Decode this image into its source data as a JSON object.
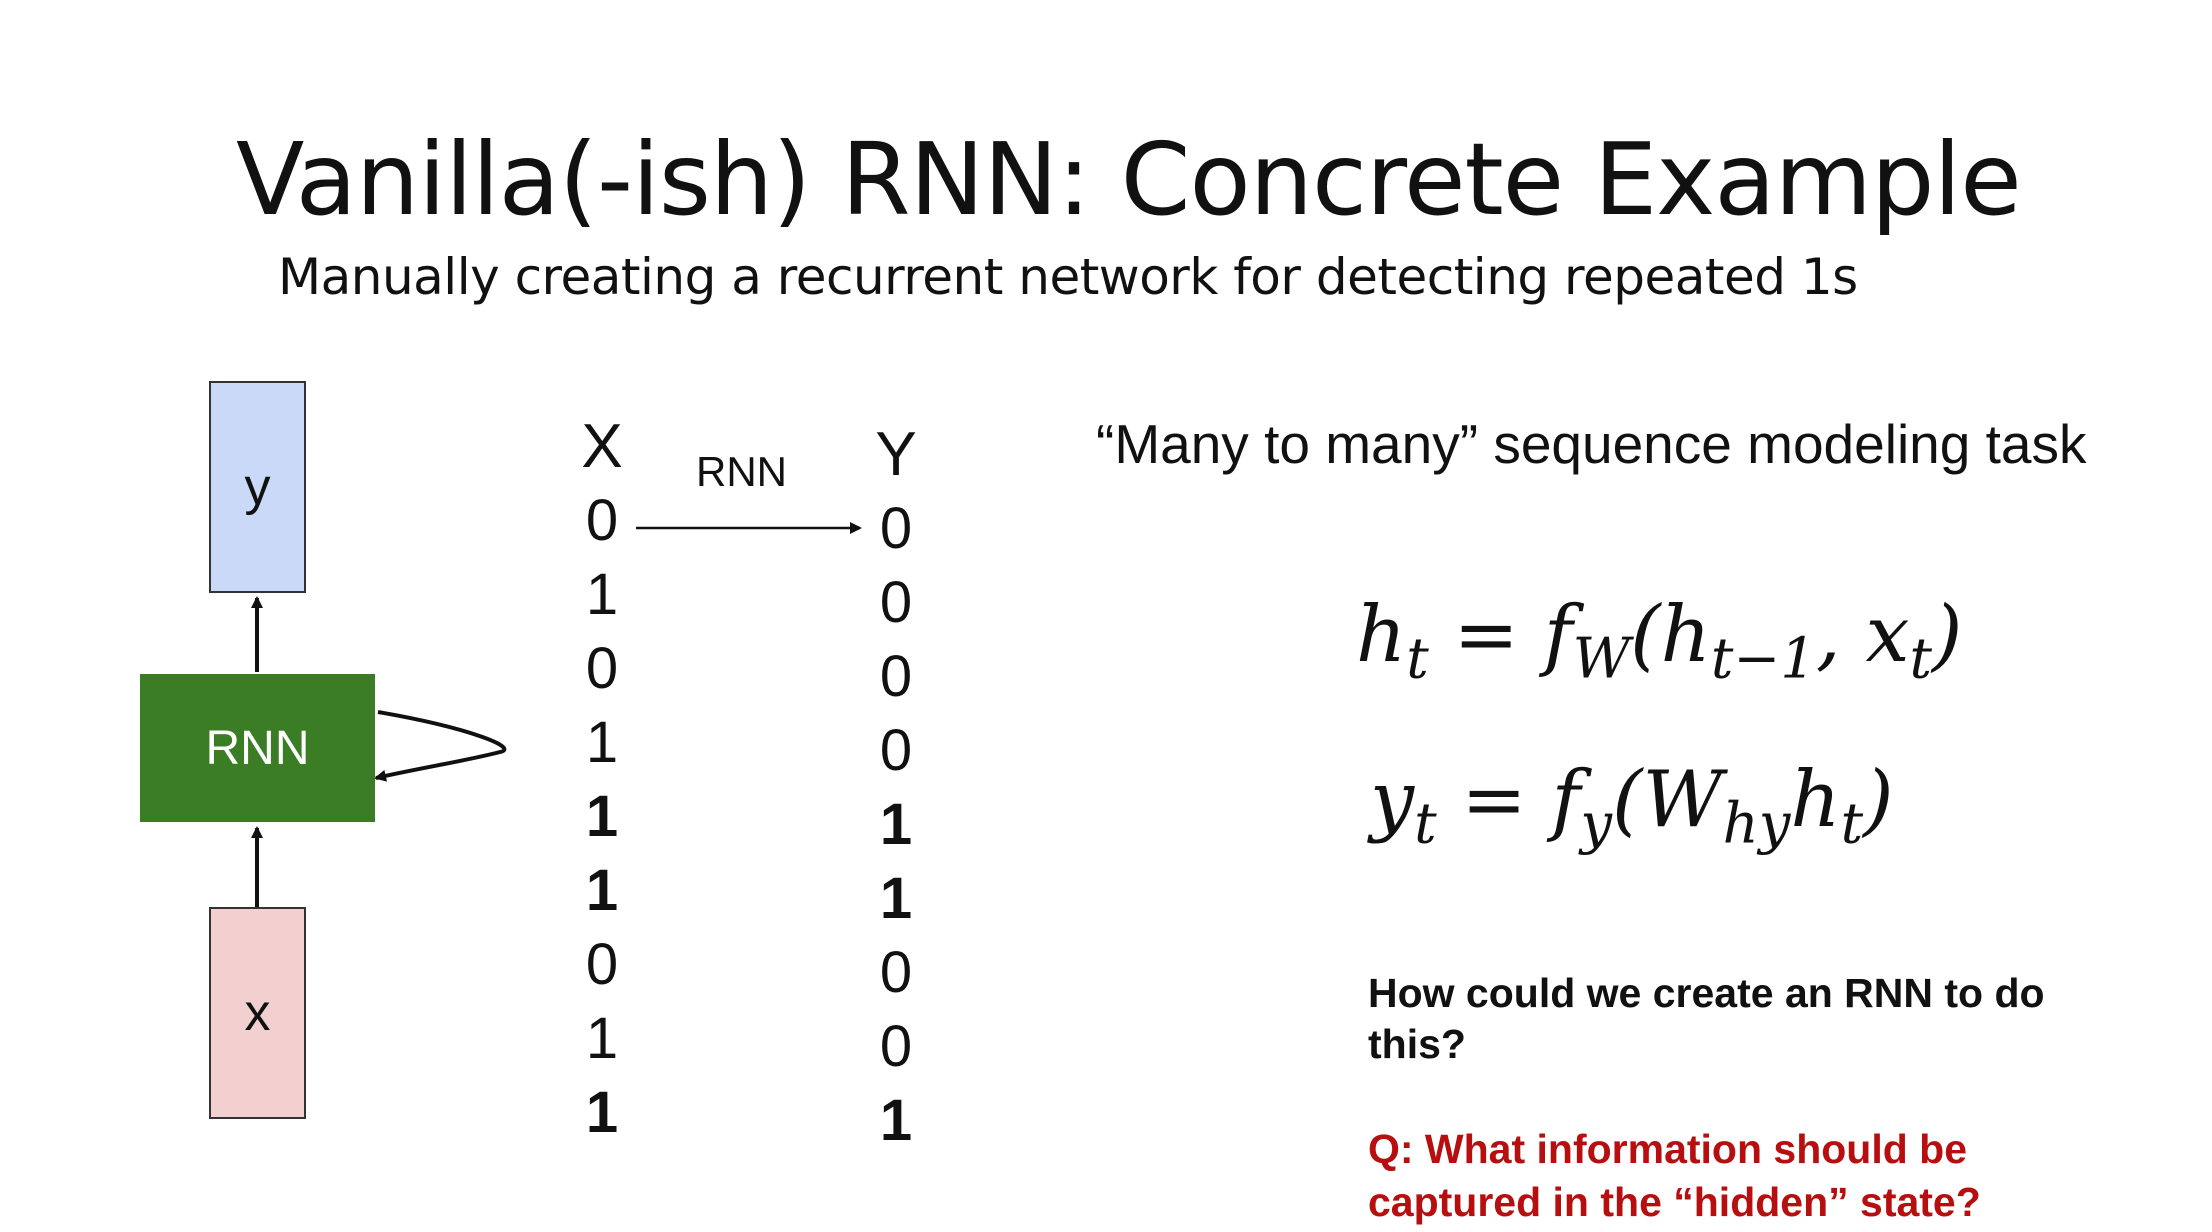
{
  "title": "Vanilla(-ish) RNN: Concrete Example",
  "subtitle": "Manually creating a recurrent network for detecting repeated 1s",
  "diagram": {
    "output_label": "y",
    "rnn_label": "RNN",
    "input_label": "x",
    "colors": {
      "output_box": "#c9d9f7",
      "rnn_box": "#3a7d24",
      "input_box": "#f3d0d0"
    }
  },
  "sequence": {
    "x_header": "X",
    "y_header": "Y",
    "arrow_label": "RNN",
    "x_values": [
      "0",
      "1",
      "0",
      "1",
      "1",
      "1",
      "0",
      "1",
      "1"
    ],
    "y_values": [
      "0",
      "0",
      "0",
      "0",
      "1",
      "1",
      "0",
      "0",
      "1"
    ],
    "bold_rows": [
      4,
      5,
      8
    ]
  },
  "task_text": "“Many to many” sequence modeling task",
  "equations": {
    "h_lhs": "h",
    "h_lhs_sub": "t",
    "h_eq": " = f",
    "h_f_sub": "W",
    "h_args_open": "(h",
    "h_args_sub1": "t−1",
    "h_args_mid": ", x",
    "h_args_sub2": "t",
    "h_args_close": ")",
    "y_lhs": "y",
    "y_lhs_sub": "t",
    "y_eq": " = f",
    "y_f_sub": "y",
    "y_args_open": "(W",
    "y_w_sub": "hy",
    "y_args_mid": "h",
    "y_h_sub": "t",
    "y_args_close": ")"
  },
  "question": "How could we create an RNN to do this?",
  "hidden_question": "Q: What information should be captured in the “hidden” state?"
}
